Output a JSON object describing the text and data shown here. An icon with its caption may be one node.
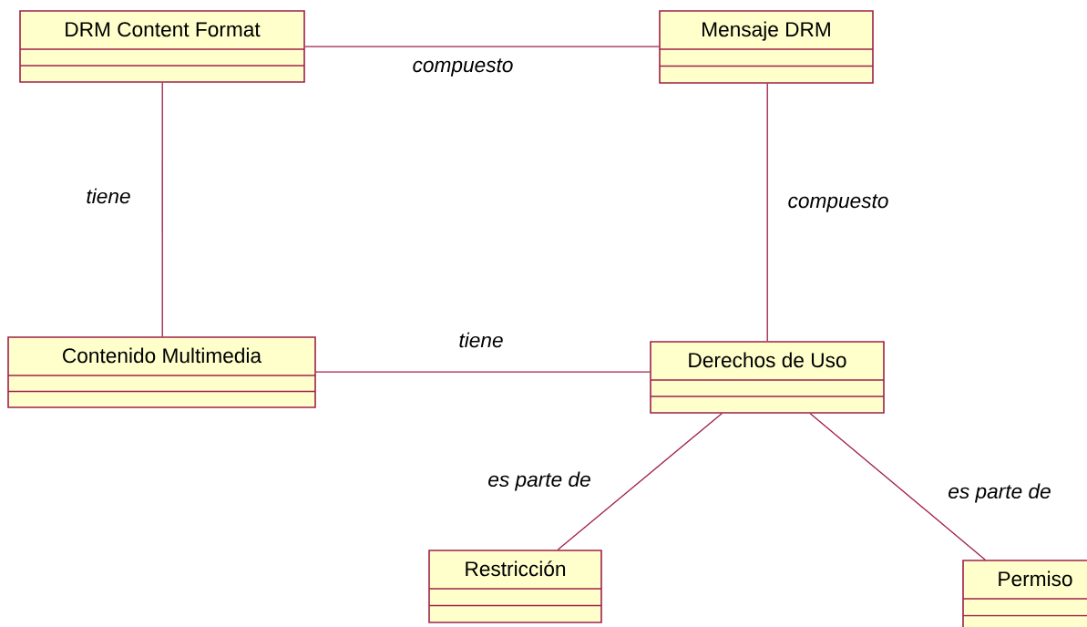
{
  "diagram": {
    "nodes": [
      {
        "text": [
          "DRM Content Format"
        ]
      },
      {
        "text": [
          "Mensaje DRM"
        ]
      },
      {
        "text": [
          "Contenido Multimedia"
        ]
      },
      {
        "text": [
          "Derechos de Uso"
        ]
      },
      {
        "text": [
          "Restricción"
        ]
      },
      {
        "text": [
          "Permiso"
        ]
      }
    ],
    "edges": [
      {
        "from": 0,
        "to": 1,
        "arrow": "none",
        "label": "compuesto"
      },
      {
        "from": 0,
        "to": 2,
        "arrow": "none",
        "label": "tiene"
      },
      {
        "from": 1,
        "to": 3,
        "arrow": "none",
        "label": "compuesto"
      },
      {
        "from": 2,
        "to": 3,
        "arrow": "none",
        "label": "tiene"
      },
      {
        "from": 3,
        "to": 4,
        "arrow": "none",
        "label": "es parte de"
      },
      {
        "from": 3,
        "to": 5,
        "arrow": "none",
        "label": "es parte de"
      }
    ]
  }
}
